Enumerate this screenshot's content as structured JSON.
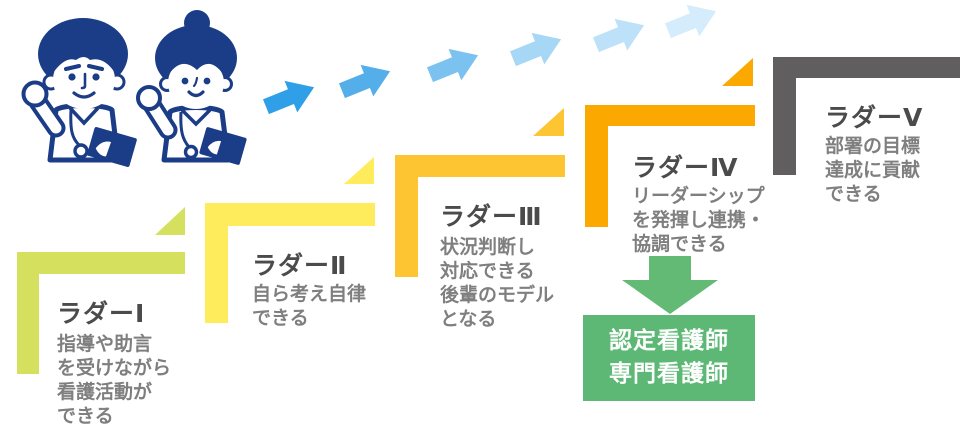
{
  "diagram": {
    "ladders": [
      {
        "label": "ラダーⅠ",
        "description": "指導や助言\nを受けながら\n看護活動が\nできる",
        "color": "#d5e05f"
      },
      {
        "label": "ラダーⅡ",
        "description": "自ら考え自律\nできる",
        "color": "#ffec5c"
      },
      {
        "label": "ラダーⅢ",
        "description": "状況判断し\n対応できる\n後輩のモデル\nとなる",
        "color": "#fdc531"
      },
      {
        "label": "ラダーⅣ",
        "description": "リーダーシップ\nを発揮し連携・\n協調できる",
        "color": "#fba800"
      },
      {
        "label": "ラダーⅤ",
        "description": "部署の目標\n達成に貢献\nできる",
        "color": "#605e5e"
      }
    ],
    "goal_box": {
      "line1": "認定看護師",
      "line2": "専門看護師",
      "background": "#5cb874",
      "text_color": "#ffffff"
    },
    "ascent_arrows": {
      "count": 6,
      "colors": [
        "#2f9fe8",
        "#54aeea",
        "#7cc2f0",
        "#a6d7f5",
        "#bde1f8",
        "#d4ecfb"
      ]
    },
    "down_arrow_color": "#62ba74",
    "illustration": {
      "name": "two-nurses",
      "primary_color": "#1b3c86"
    },
    "text_colors": {
      "heading": "#4b4b4b",
      "description": "#7f7f7f"
    }
  }
}
